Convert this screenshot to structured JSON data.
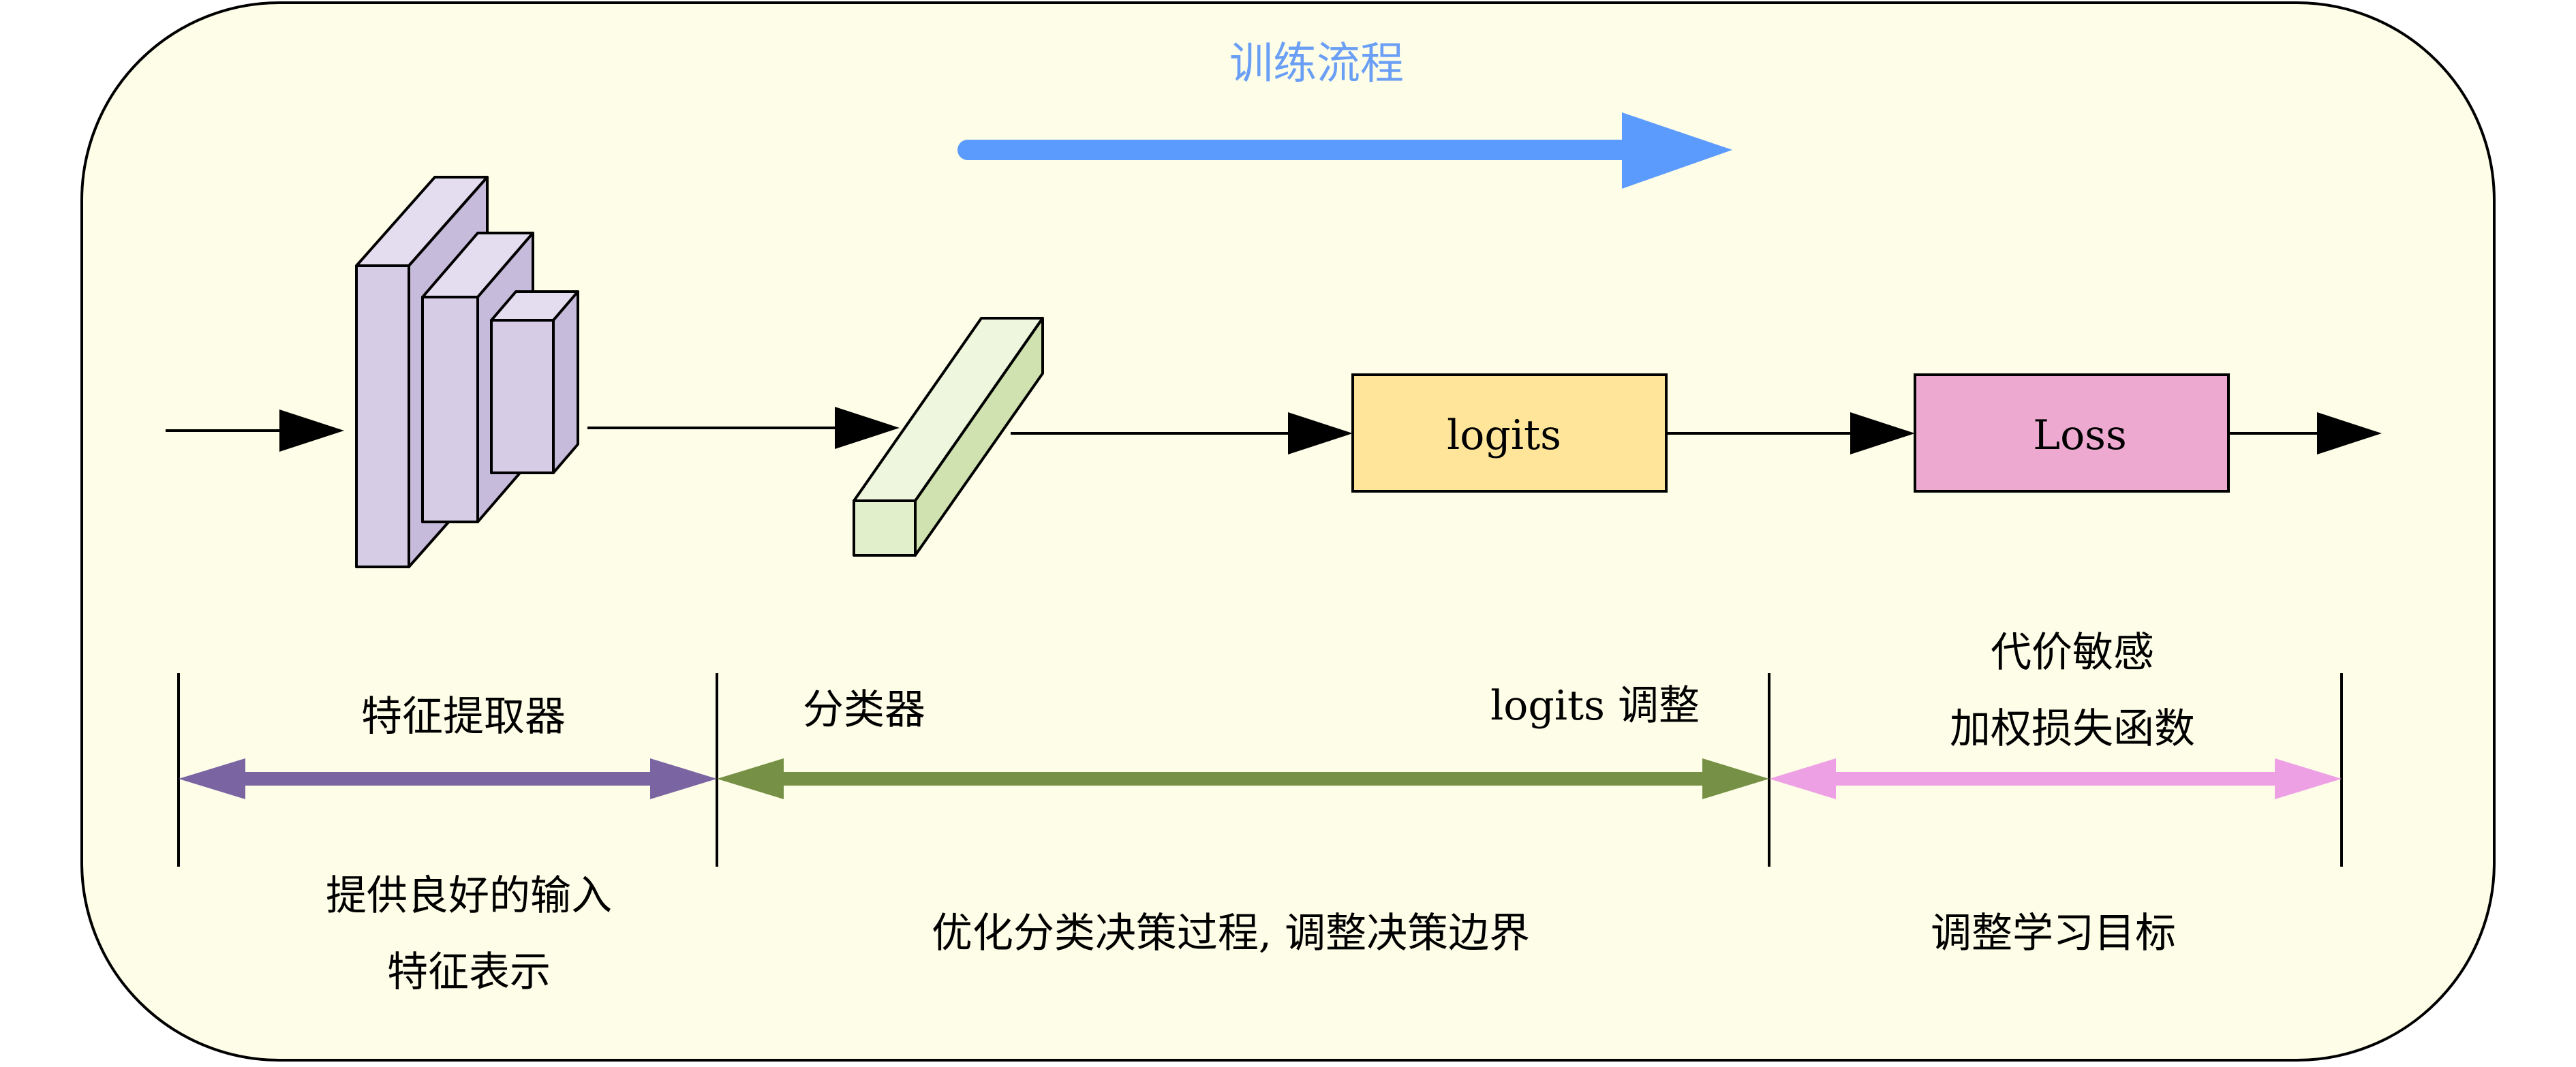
{
  "flow": {
    "title": "训练流程"
  },
  "nodes": {
    "logits": "logits",
    "loss": "Loss"
  },
  "stages": {
    "feature_extractor": {
      "label": "特征提取器",
      "desc_line1": "提供良好的输入",
      "desc_line2": "特征表示"
    },
    "classifier": {
      "label_left": "分类器",
      "label_right": "logits 调整",
      "desc": "优化分类决策过程, 调整决策边界"
    },
    "loss_fn": {
      "label_line1": "代价敏感",
      "label_line2": "加权损失函数",
      "desc": "调整学习目标"
    }
  },
  "colors": {
    "background": "#fdfde8",
    "flow_arrow": "#5b9bfd",
    "flow_title": "#6a9ff5",
    "cnn_fill": "#d6cce5",
    "fc_fill": "#e2efcb",
    "logits_fill": "#fee599",
    "loss_fill": "#eda9d0",
    "span_purple": "#7b64a2",
    "span_green": "#769045",
    "span_pink": "#eea0e4"
  }
}
